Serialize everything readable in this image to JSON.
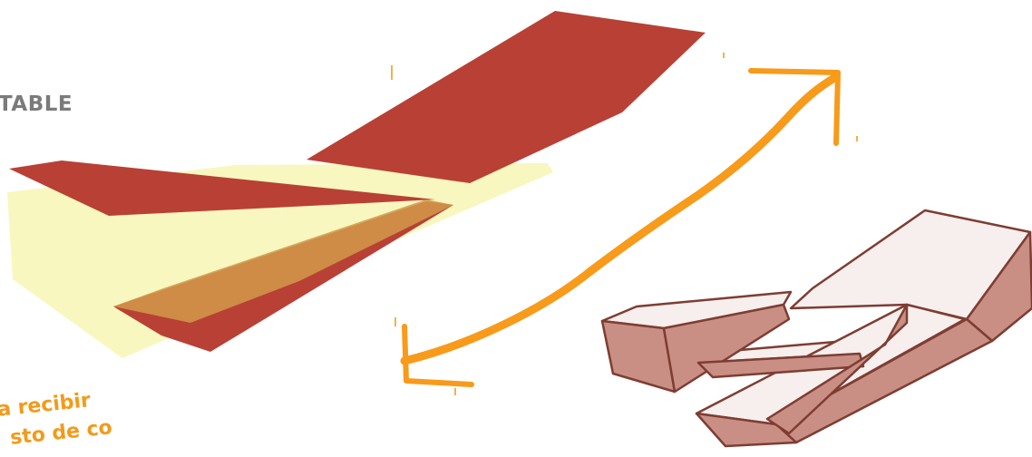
{
  "heading": "TABLE",
  "caption": {
    "line1": "a recibir",
    "line2": "sto de co"
  },
  "colors": {
    "slab_red": "#b94035",
    "yellow_plane": "#f2f08a",
    "overlap_orange": "#d19a4a",
    "arrow_orange": "#f89a1a",
    "sketch_fill": "#c98f84",
    "sketch_stroke": "#7e3d33",
    "heading_gray": "#7b7b7b"
  },
  "icons": {
    "double_arrow": "double-headed-arrow-icon"
  }
}
